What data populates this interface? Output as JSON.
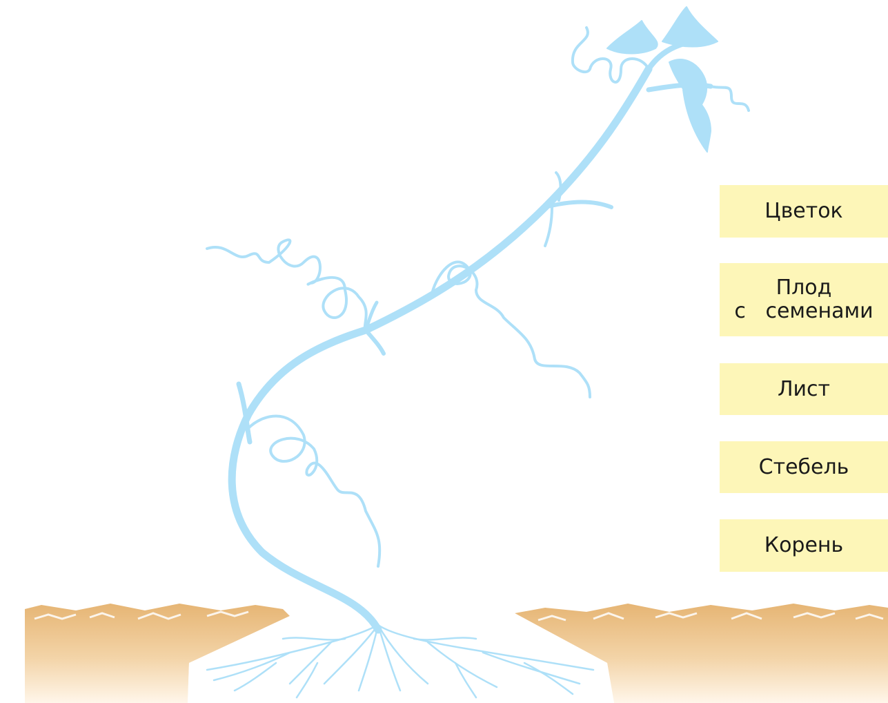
{
  "labels": [
    {
      "id": "flower",
      "text": "Цветок"
    },
    {
      "id": "fruit",
      "line1": "Плод",
      "line2": "с   семенами"
    },
    {
      "id": "leaf",
      "text": "Лист"
    },
    {
      "id": "stem",
      "text": "Стебель"
    },
    {
      "id": "root",
      "text": "Корень"
    }
  ],
  "colors": {
    "plant": "#aee0f8",
    "soil_top": "#e8b87a",
    "soil_bottom": "#fdf0dc",
    "label_bg": "#fdf6b8"
  }
}
